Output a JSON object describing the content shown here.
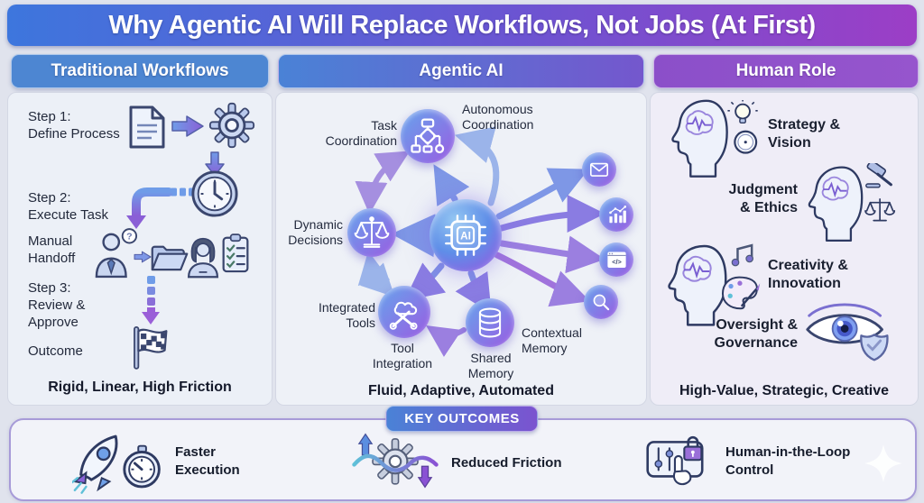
{
  "title": "Why Agentic AI Will Replace Workflows, Not Jobs (At First)",
  "columns": {
    "traditional": {
      "header": "Traditional Workflows",
      "steps": [
        {
          "label": "Step 1:\nDefine Process",
          "icons": [
            "document-icon",
            "arrow-right-icon",
            "gear-icon"
          ]
        },
        {
          "label": "Step 2:\nExecute Task",
          "icons": [
            "clock-icon",
            "elbow-arrow-icon"
          ]
        },
        {
          "label": "Manual\nHandoff",
          "icons": [
            "man-question-icon",
            "arrow-right-icon",
            "folder-icon",
            "woman-icon",
            "clipboard-icon"
          ]
        },
        {
          "label": "Step 3:\nReview &\nApprove",
          "icons": [
            "dashed-arrow-down-icon"
          ]
        },
        {
          "label": "Outcome",
          "icons": [
            "checkered-flag-icon"
          ]
        }
      ],
      "caption": "Rigid, Linear, High Friction"
    },
    "agentic": {
      "header": "Agentic AI",
      "hub_label": "AI",
      "hub_icon": "ai-chip-icon",
      "nodes": {
        "task_coordination": "Task\nCoordination",
        "autonomous_coordination": "Autonomous\nCoordination",
        "dynamic_decisions": "Dynamic\nDecisions",
        "integrated_tools": "Integrated\nTools",
        "tool_integration": "Tool\nIntegration",
        "shared_memory": "Shared\nMemory",
        "contextual_memory": "Contextual\nMemory"
      },
      "node_icons": [
        "flowchart-icon",
        "scales-icon",
        "wrench-cloud-icon",
        "database-icon"
      ],
      "satellite_icons": [
        "mail-icon",
        "bar-chart-icon",
        "code-icon",
        "magnifier-icon"
      ],
      "caption": "Fluid, Adaptive, Automated"
    },
    "human": {
      "header": "Human Role",
      "items": [
        {
          "label": "Strategy &\nVision",
          "icon": "head-bulb-compass-icon"
        },
        {
          "label": "Judgment\n& Ethics",
          "icon": "head-gavel-scales-icon"
        },
        {
          "label": "Creativity &\nInnovation",
          "icon": "head-music-palette-icon"
        },
        {
          "label": "Oversight &\nGovernance",
          "icon": "eye-shield-icon"
        }
      ],
      "caption": "High-Value, Strategic, Creative"
    }
  },
  "key_outcomes": {
    "badge": "KEY OUTCOMES",
    "items": [
      {
        "label": "Faster\nExecution",
        "icon": "rocket-stopwatch-icon"
      },
      {
        "label": "Reduced Friction",
        "icon": "gear-wave-icon"
      },
      {
        "label": "Human-in-the-Loop\nControl",
        "icon": "sliders-lock-hand-icon"
      }
    ],
    "watermark_icon": "sparkle-icon"
  },
  "colors": {
    "background": "#e0e3ed",
    "title_gradient_start": "#3d76dd",
    "title_gradient_end": "#9c3ec6",
    "header_traditional": "#4d86d2",
    "header_agentic_start": "#4a82d6",
    "header_agentic_end": "#7457cd",
    "header_human": "#8b4fc9",
    "node_gradient_start": "#66a4ec",
    "node_gradient_end": "#9a5ce2",
    "badge_start": "#4a82d6",
    "badge_end": "#7b53cf"
  }
}
